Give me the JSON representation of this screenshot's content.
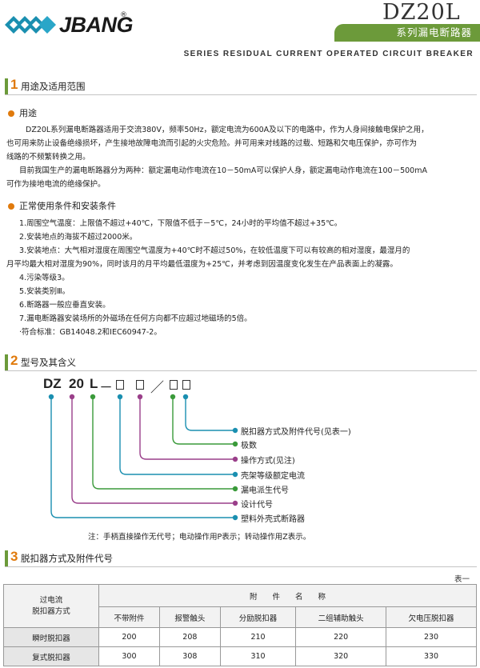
{
  "header": {
    "brand": "JBANG",
    "reg_mark": "®",
    "model": "DZ20L",
    "series_name": "系列漏电断路器",
    "subtitle": "SERIES RESIDUAL CURRENT OPERATED CIRCUIT BREAKER"
  },
  "colors": {
    "green": "#6c9a3a",
    "orange": "#e07a0c",
    "teal": "#1a8fb0"
  },
  "section1": {
    "number": "1",
    "title": "用途及适用范围",
    "usage": {
      "title": "用途",
      "paragraphs": [
        "DZ20L系列漏电断路器适用于交流380V，频率50Hz，额定电流为600A及以下的电路中，作为人身间接触电保护之用，",
        "也可用来防止设备绝缘损坏，产生接地故障电流而引起的火灾危险。并可用来对线路的过载、短路和欠电压保护，亦可作为",
        "线路的不频繁转换之用。",
        "目前我国生产的漏电断路器分为两种：额定漏电动作电流在10－50mA可以保护人身，额定漏电动作电流在100－500mA",
        "可作为接地电流的绝缘保护。"
      ]
    },
    "conditions": {
      "title": "正常使用条件和安装条件",
      "items": [
        "1.周围空气温度：上限值不超过+40℃，下限值不低于－5℃，24小时的平均值不超过+35℃。",
        "2.安装地点的海拔不超过2000米。",
        "3.安装地点：大气相对湿度在周围空气温度为+40℃时不超过50%，在较低温度下可以有较高的相对湿度，最湿月的",
        "月平均最大相对湿度为90%，同时该月的月平均最低温度为+25℃，并考虑到因温度变化发生在产品表面上的凝露。",
        "4.污染等级3。",
        "5.安装类别Ⅲ。",
        "6.断路器一般应垂直安装。",
        "7.漏电断路器安装场所的外磁场在任何方向都不应超过地磁场的5倍。",
        "·符合标准：GB14048.2和IEC60947-2。"
      ]
    }
  },
  "section2": {
    "number": "2",
    "title": "型号及其含义",
    "code": {
      "p1": "DZ",
      "p2": "20",
      "p3": "L",
      "dash": "－",
      "slash": "／"
    },
    "labels": [
      "脱扣器方式及附件代号(见表一)",
      "极数",
      "操作方式(见注)",
      "壳架等级额定电流",
      "漏电派生代号",
      "设计代号",
      "塑料外壳式断路器"
    ],
    "note": "注：手柄直接操作无代号；电动操作用P表示；转动操作用Z表示。"
  },
  "section3": {
    "number": "3",
    "title": "脱扣器方式及附件代号",
    "table_tag": "表一",
    "table": {
      "corner_line1": "过电流",
      "corner_line2": "脱扣器方式",
      "group_header": "附　　件　　名　　称",
      "columns": [
        "不带附件",
        "报警触头",
        "分励脱扣器",
        "二组辅助触头",
        "欠电压脱扣器"
      ],
      "rows": [
        {
          "name": "瞬时脱扣器",
          "values": [
            "200",
            "208",
            "210",
            "220",
            "230"
          ]
        },
        {
          "name": "复式脱扣器",
          "values": [
            "300",
            "308",
            "310",
            "320",
            "330"
          ]
        }
      ]
    }
  }
}
